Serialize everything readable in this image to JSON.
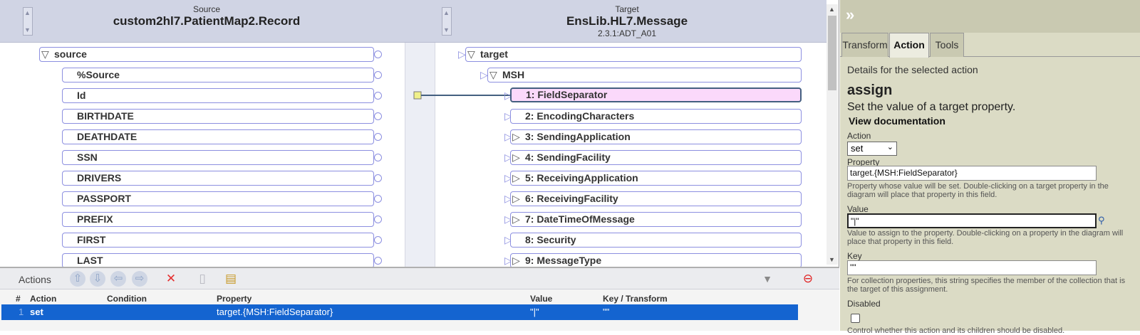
{
  "source_header": {
    "caption": "Source",
    "title": "custom2hl7.PatientMap2.Record"
  },
  "target_header": {
    "caption": "Target",
    "title": "EnsLib.HL7.Message",
    "subtitle": "2.3.1:ADT_A01"
  },
  "source_nodes": [
    "source",
    "%Source",
    "Id",
    "BIRTHDATE",
    "DEATHDATE",
    "SSN",
    "DRIVERS",
    "PASSPORT",
    "PREFIX",
    "FIRST",
    "LAST"
  ],
  "target_nodes": [
    "target",
    "MSH",
    "1: FieldSeparator",
    "2: EncodingCharacters",
    "3: SendingApplication",
    "4: SendingFacility",
    "5: ReceivingApplication",
    "6: ReceivingFacility",
    "7: DateTimeOfMessage",
    "8: Security",
    "9: MessageType"
  ],
  "actions_panel": {
    "title": "Actions",
    "columns": {
      "num": "#",
      "action": "Action",
      "condition": "Condition",
      "property": "Property",
      "value": "Value",
      "key": "Key / Transform"
    },
    "rows": [
      {
        "num": "1",
        "action": "set",
        "condition": "",
        "property": "target.{MSH:FieldSeparator}",
        "value": "\"|\"",
        "key": "\"\""
      }
    ]
  },
  "sidebar": {
    "tabs": [
      "Transform",
      "Action",
      "Tools"
    ],
    "active_tab": "Action",
    "details_label": "Details for the selected action",
    "action_name": "assign",
    "action_desc": "Set the value of a target property.",
    "doc_link": "View documentation",
    "action_field": {
      "label": "Action",
      "value": "set"
    },
    "property_field": {
      "label": "Property",
      "value": "target.{MSH:FieldSeparator}",
      "hint": "Property whose value will be set. Double-clicking on a target property in the diagram will place that property in this field."
    },
    "value_field": {
      "label": "Value",
      "value": "\"|\"",
      "hint": "Value to assign to the property. Double-clicking on a property in the diagram will place that property in this field."
    },
    "key_field": {
      "label": "Key",
      "value": "\"\"",
      "hint": "For collection properties, this string specifies the member of the collection that is the target of this assignment."
    },
    "disabled_field": {
      "label": "Disabled",
      "checked": false,
      "hint": "Control whether this action and its children should be disabled."
    }
  },
  "colors": {
    "selection": "#1464d0",
    "node_border": "#8c8fe0",
    "selected_node": "#fbd9fb",
    "sidebar_bg": "#dbdbc5"
  }
}
